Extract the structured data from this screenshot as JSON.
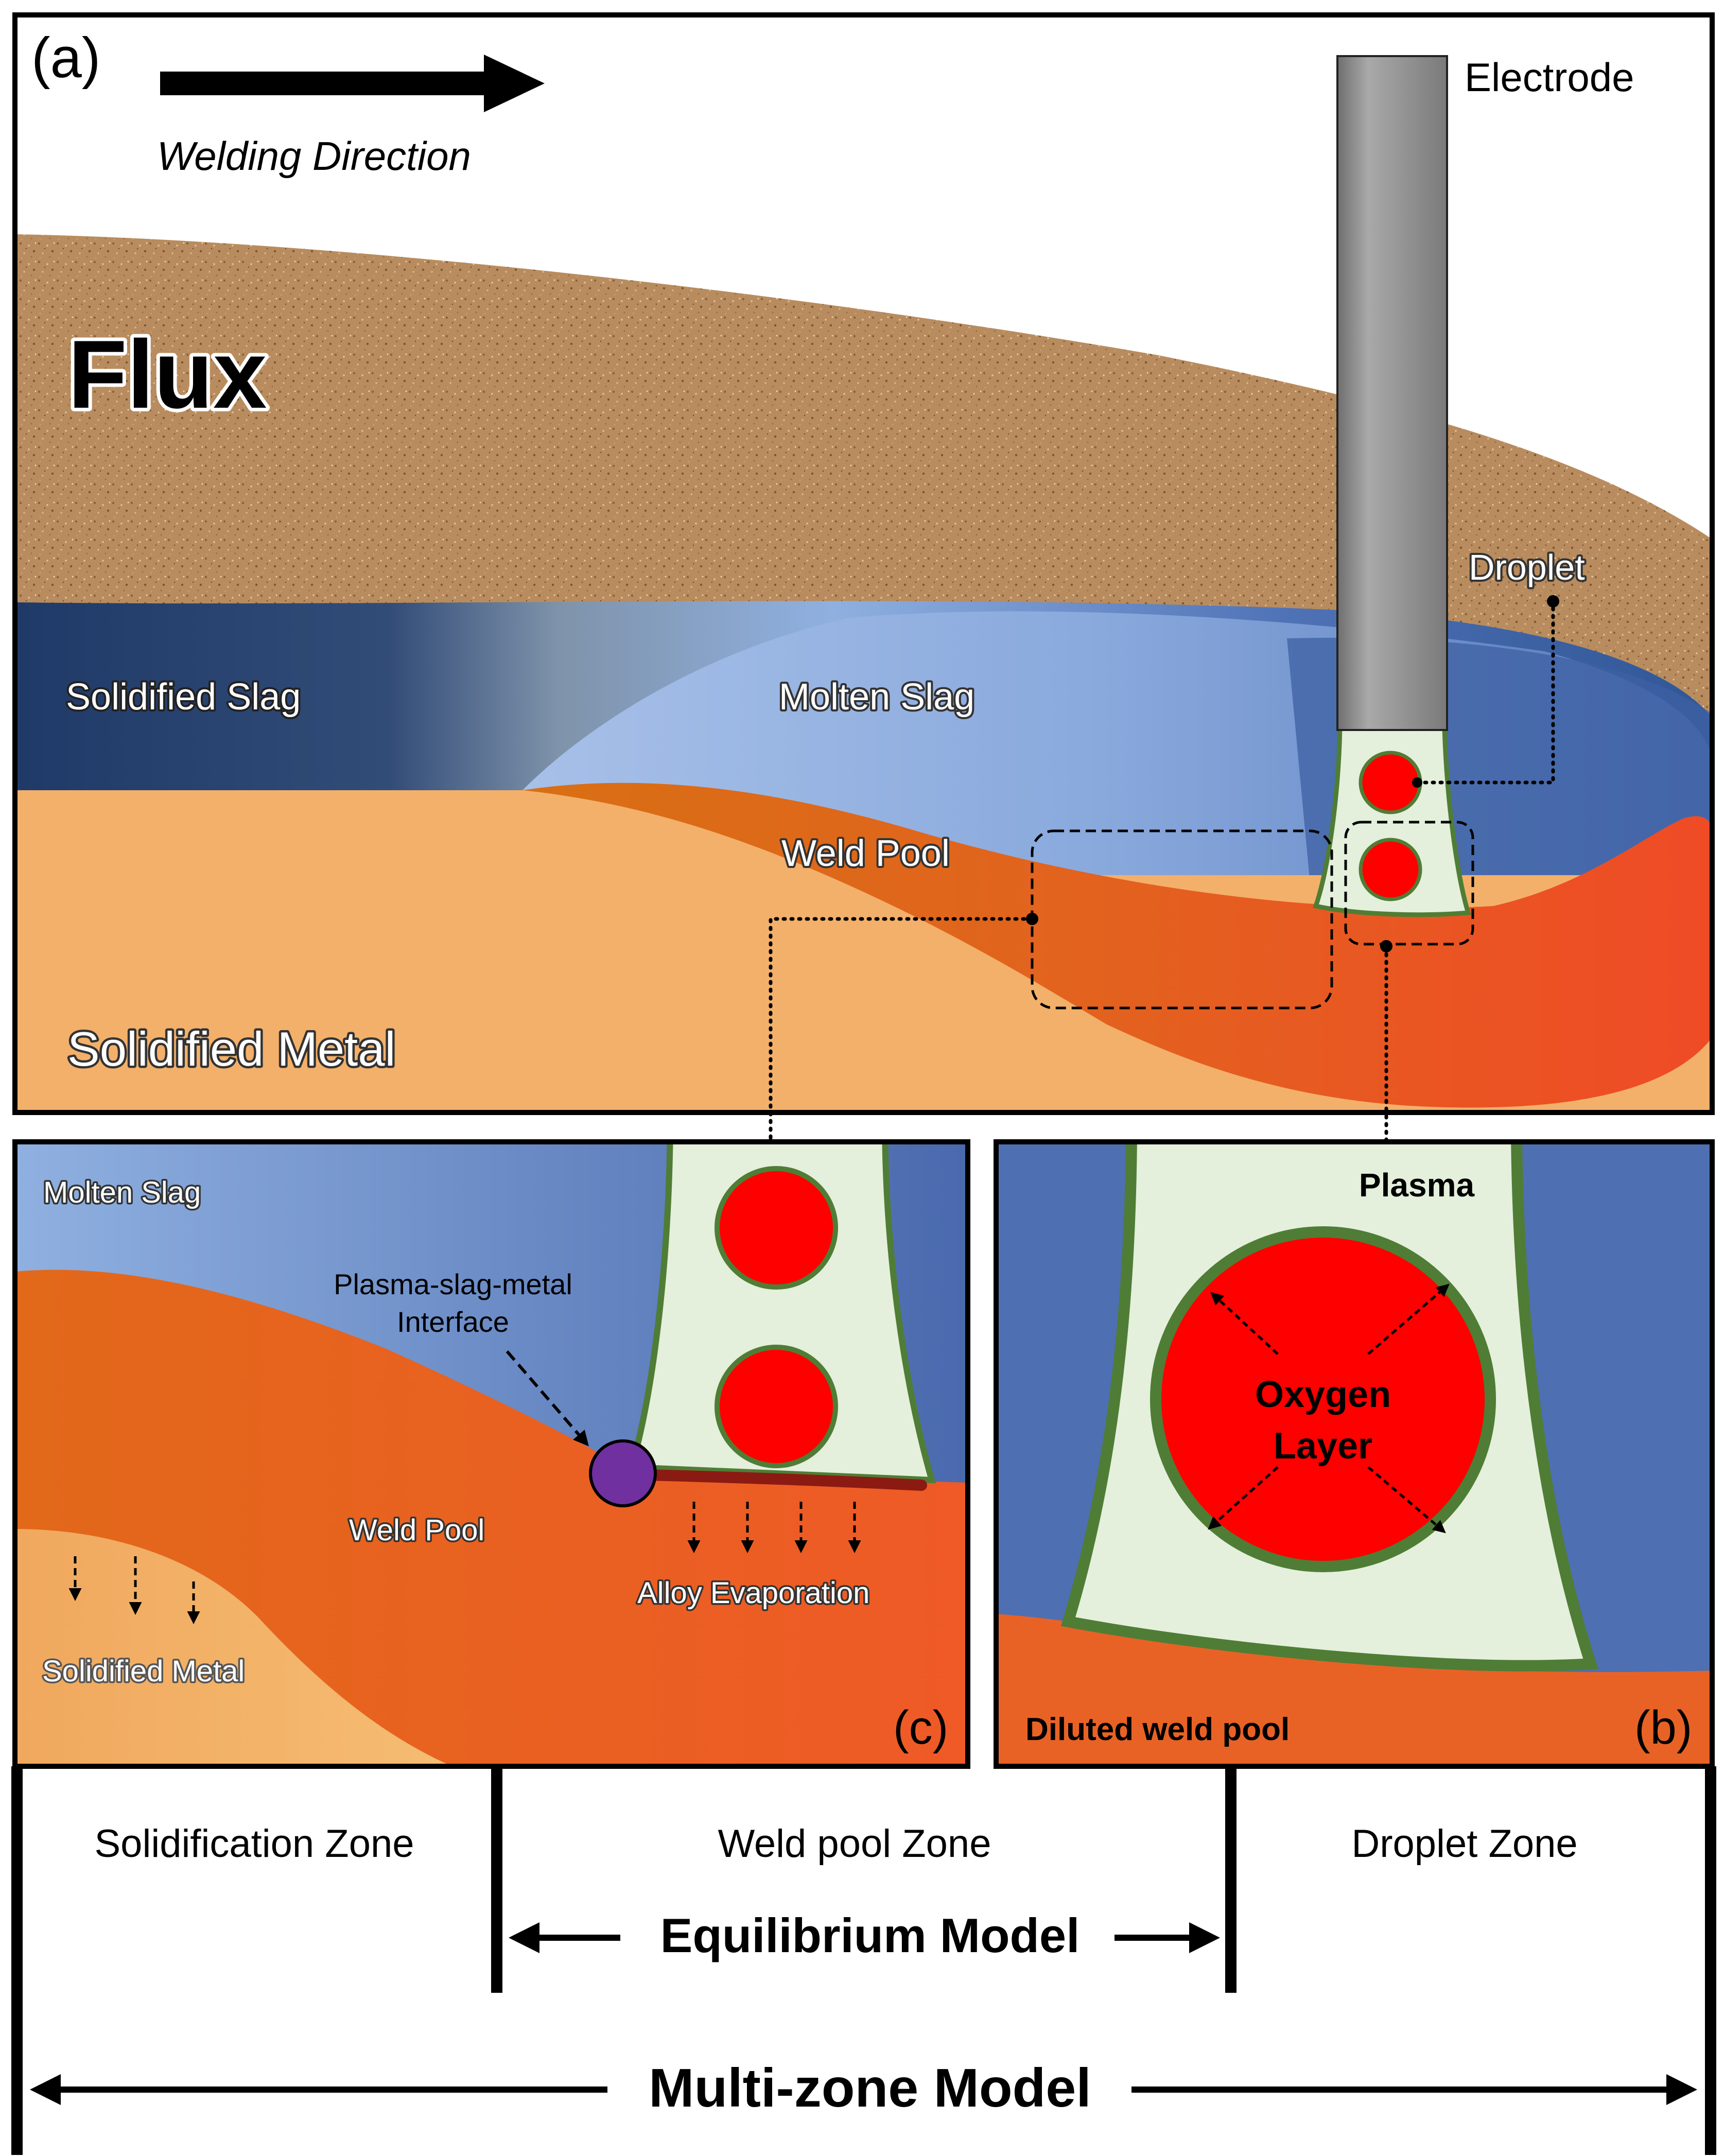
{
  "panel_a": {
    "label": "(a)",
    "direction": "Welding Direction",
    "electrode": "Electrode",
    "flux": "Flux",
    "droplet": "Droplet",
    "solidified_slag": "Solidified Slag",
    "molten_slag": "Molten Slag",
    "weld_pool": "Weld Pool",
    "solidified_metal": "Solidified Metal"
  },
  "panel_c": {
    "label": "(c)",
    "molten_slag": "Molten Slag",
    "interface_line1": "Plasma-slag-metal",
    "interface_line2": "Interface",
    "weld_pool": "Weld Pool",
    "alloy_evaporation": "Alloy Evaporation",
    "solidified_metal": "Solidified Metal"
  },
  "panel_b": {
    "label": "(b)",
    "plasma": "Plasma",
    "oxygen_line1": "Oxygen",
    "oxygen_line2": "Layer",
    "diluted_pool": "Diluted weld pool"
  },
  "zones": {
    "solidification": "Solidification Zone",
    "weldpool": "Weld pool Zone",
    "droplet": "Droplet Zone",
    "equilibrium": "Equilibrium Model",
    "multizone": "Multi-zone Model"
  },
  "colors": {
    "flux": "#b88c5f",
    "solidified_slag": "#1f3a68",
    "molten_slag": "#8fb0e0",
    "deep_slag": "#3a5fa0",
    "weld_pool": "#e0601e",
    "hot_pool": "#ee4e24",
    "solidified_metal": "#f3b06a",
    "plasma": "#e4efdc",
    "plasma_border": "#4f7d35",
    "droplet": "#ff0000",
    "interface_dot": "#7030a0"
  }
}
